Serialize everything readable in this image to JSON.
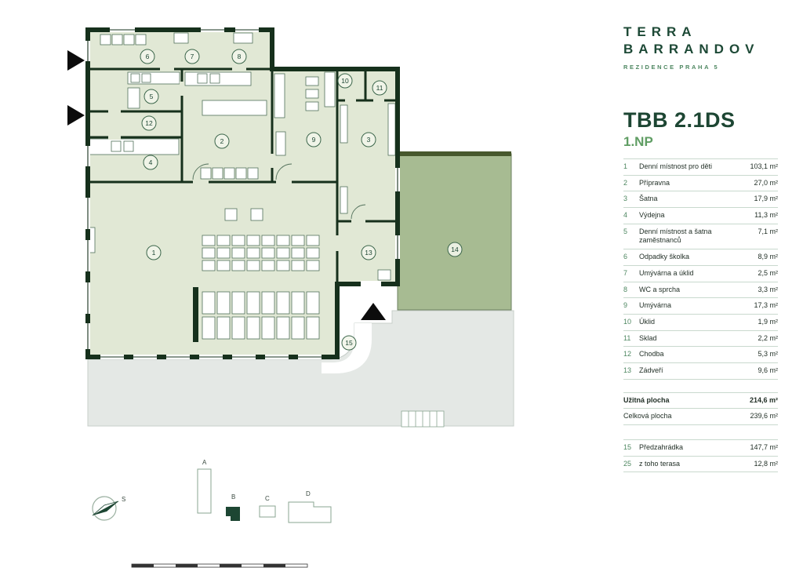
{
  "brand": {
    "line1": "TERRA",
    "line2": "BARRANDOV",
    "subtitle": "REZIDENCE PRAHA 5"
  },
  "unit": {
    "code": "TBB 2.1DS",
    "floor": "1.NP"
  },
  "legend": {
    "rooms": [
      {
        "id": "1",
        "name": "Denní místnost pro děti",
        "area": "103,1 m²"
      },
      {
        "id": "2",
        "name": "Přípravna",
        "area": "27,0 m²"
      },
      {
        "id": "3",
        "name": "Šatna",
        "area": "17,9 m²"
      },
      {
        "id": "4",
        "name": "Výdejna",
        "area": "11,3 m²"
      },
      {
        "id": "5",
        "name": "Denní místnost a šatna zaměstnanců",
        "area": "7,1 m²"
      },
      {
        "id": "6",
        "name": "Odpadky školka",
        "area": "8,9 m²"
      },
      {
        "id": "7",
        "name": "Umývárna a úklid",
        "area": "2,5 m²"
      },
      {
        "id": "8",
        "name": "WC a sprcha",
        "area": "3,3 m²"
      },
      {
        "id": "9",
        "name": "Umývárna",
        "area": "17,3 m²"
      },
      {
        "id": "10",
        "name": "Úklid",
        "area": "1,9 m²"
      },
      {
        "id": "11",
        "name": "Sklad",
        "area": "2,2 m²"
      },
      {
        "id": "12",
        "name": "Chodba",
        "area": "5,3 m²"
      },
      {
        "id": "13",
        "name": "Zádveří",
        "area": "9,6 m²"
      }
    ],
    "totals": [
      {
        "name": "Užitná plocha",
        "area": "214,6 m²",
        "bold": true
      },
      {
        "name": "Celková plocha",
        "area": "239,6 m²"
      }
    ],
    "exterior": [
      {
        "id": "15",
        "name": "Předzahrádka",
        "area": "147,7 m²"
      },
      {
        "id": "25",
        "name": "z toho terasa",
        "area": "12,8 m²"
      }
    ]
  },
  "plan": {
    "markers": [
      "1",
      "2",
      "3",
      "4",
      "5",
      "6",
      "7",
      "8",
      "9",
      "10",
      "11",
      "12",
      "13",
      "14",
      "15"
    ],
    "compass_label": "S",
    "site_labels": [
      "A",
      "B",
      "C",
      "D"
    ]
  },
  "colors": {
    "brand_green": "#1d4633",
    "accent_green": "#5f9d63",
    "wall": "#16301c",
    "room_fill": "#e1e8d5",
    "garden_fill": "#a7bb92",
    "paving": "#e4e8e5"
  }
}
